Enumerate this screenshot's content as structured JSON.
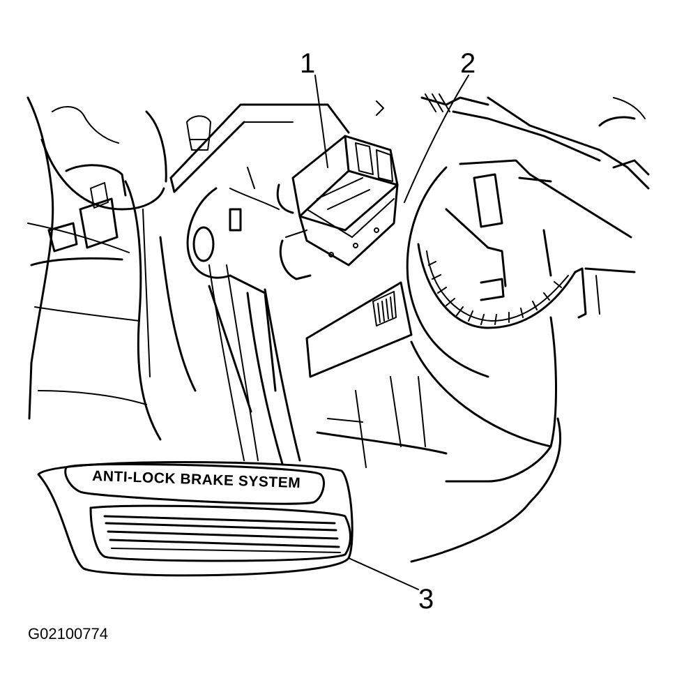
{
  "callouts": [
    {
      "number": "1"
    },
    {
      "number": "2"
    },
    {
      "number": "3"
    }
  ],
  "pedal_label": "ANTI-LOCK BRAKE SYSTEM",
  "figure_id": "G02100774"
}
